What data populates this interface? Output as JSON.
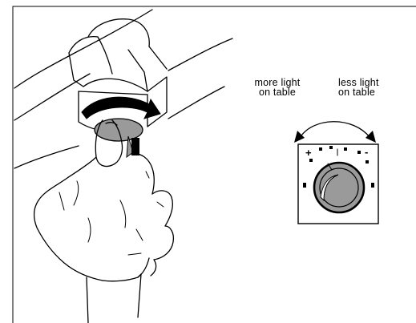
{
  "labels": {
    "more_light": "more light\non table",
    "less_light": "less light\non table"
  },
  "dial_symbols": {
    "plus": "+",
    "minus": "-"
  },
  "colors": {
    "ink": "#000000",
    "dial_fill": "#9a9a9a",
    "background": "#ffffff"
  },
  "icons": {
    "adjustment_arrow": "curved-double-arrow",
    "hand": "hand-turning-knob"
  }
}
